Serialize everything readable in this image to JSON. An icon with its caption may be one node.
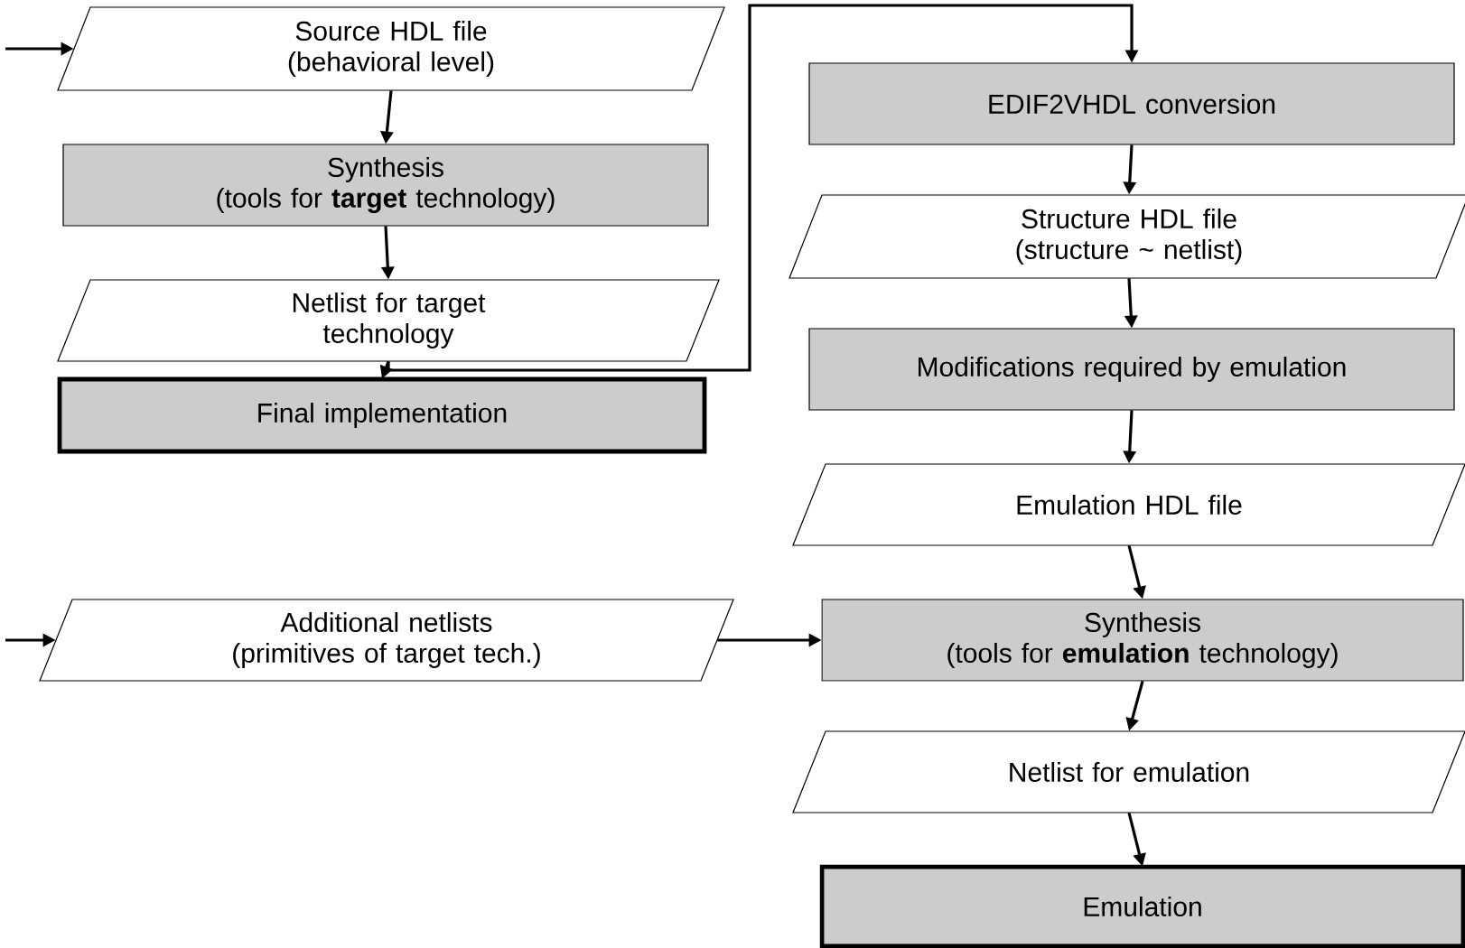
{
  "diagram": {
    "nodes": [
      {
        "text": [
          "Source HDL file",
          "(behavioral level)"
        ]
      },
      {
        "text": [
          "Synthesis",
          "(tools for **target** technology)"
        ]
      },
      {
        "text": [
          "Netlist for target technology"
        ]
      },
      {
        "text": [
          "Final implementation"
        ]
      },
      {
        "text": [
          "EDIF2VHDL conversion"
        ]
      },
      {
        "text": [
          "Structure HDL file",
          "(structure ~ netlist)"
        ]
      },
      {
        "text": [
          "Modifications required by emulation"
        ]
      },
      {
        "text": [
          "Emulation HDL file"
        ]
      },
      {
        "text": [
          "Additional netlists",
          "(primitives of target tech.)"
        ]
      },
      {
        "text": [
          "Synthesis",
          "(tools for **emulation** technology)"
        ]
      },
      {
        "text": [
          "Netlist for emulation"
        ]
      },
      {
        "text": [
          "Emulation"
        ]
      }
    ],
    "edges": [
      {
        "from": null,
        "to": 0,
        "arrow": "to"
      },
      {
        "from": 0,
        "to": 1,
        "arrow": "to"
      },
      {
        "from": 1,
        "to": 2,
        "arrow": "to"
      },
      {
        "from": 2,
        "to": 3,
        "arrow": "to"
      },
      {
        "from": 2,
        "to": 4,
        "arrow": "to"
      },
      {
        "from": 4,
        "to": 5,
        "arrow": "to"
      },
      {
        "from": 5,
        "to": 6,
        "arrow": "to"
      },
      {
        "from": 6,
        "to": 7,
        "arrow": "to"
      },
      {
        "from": 7,
        "to": 9,
        "arrow": "to"
      },
      {
        "from": null,
        "to": 8,
        "arrow": "to"
      },
      {
        "from": 8,
        "to": 9,
        "arrow": "to"
      },
      {
        "from": 9,
        "to": 10,
        "arrow": "to"
      },
      {
        "from": 10,
        "to": 11,
        "arrow": "to"
      }
    ]
  }
}
